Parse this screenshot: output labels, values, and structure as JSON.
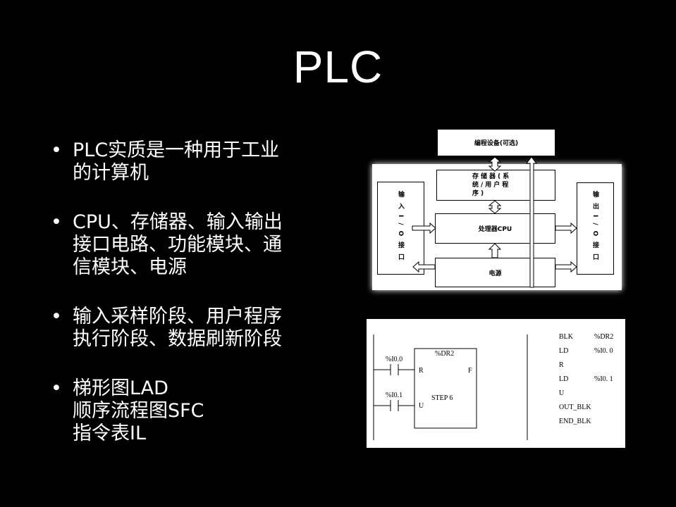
{
  "slide": {
    "title": "PLC",
    "bullets": [
      {
        "lines": [
          "PLC实质是一种用于工业",
          "的计算机"
        ]
      },
      {
        "lines": [
          "CPU、存储器、输入输出",
          "接口电路、功能模块、通",
          "信模块、电源"
        ]
      },
      {
        "lines": [
          "输入采样阶段、用户程序",
          "执行阶段、数据刷新阶段"
        ]
      },
      {
        "lines": [
          "梯形图LAD",
          "顺序流程图SFC",
          "指令表IL"
        ]
      }
    ]
  },
  "block_diagram": {
    "programming_device": "编程设备(可选)",
    "memory": "存储器(系统/用户程序)",
    "cpu": "处理器CPU",
    "power": "电源",
    "input_io": "输入I/O接口",
    "output_io": "输出I/O接口"
  },
  "ladder": {
    "contact1": "%I0.0",
    "contact2": "%I0.1",
    "block_name": "%DR2",
    "pin_r": "R",
    "pin_u": "U",
    "pin_f": "F",
    "block_body": "STEP 6",
    "il": [
      [
        "BLK",
        "%DR2"
      ],
      [
        "LD",
        "%I0. 0"
      ],
      [
        "R",
        ""
      ],
      [
        "LD",
        "%I0. 1"
      ],
      [
        "U",
        ""
      ],
      [
        "OUT_BLK",
        ""
      ],
      [
        "END_BLK",
        ""
      ]
    ]
  }
}
